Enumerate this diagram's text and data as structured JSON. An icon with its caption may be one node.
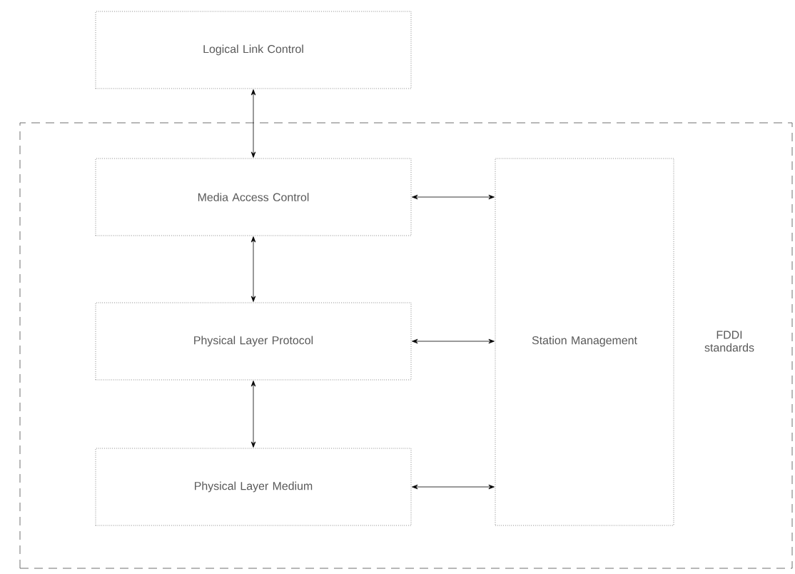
{
  "diagram": {
    "nodes": [
      {
        "text": [
          "Logical Link Control"
        ]
      },
      {
        "text": [
          "FDDI standards"
        ]
      },
      {
        "text": [
          "Media Access Control"
        ],
        "in": 1
      },
      {
        "text": [
          "Physical Layer Protocol"
        ],
        "in": 1
      },
      {
        "text": [
          "Physical Layer Medium"
        ],
        "in": 1
      },
      {
        "text": [
          "Station Management"
        ],
        "in": 1
      }
    ],
    "edges": [
      {
        "from": 0,
        "to": 2,
        "arrow": "both"
      },
      {
        "from": 2,
        "to": 3,
        "arrow": "both"
      },
      {
        "from": 3,
        "to": 4,
        "arrow": "both"
      },
      {
        "from": 2,
        "to": 5,
        "arrow": "both"
      },
      {
        "from": 3,
        "to": 5,
        "arrow": "both"
      },
      {
        "from": 4,
        "to": 5,
        "arrow": "both"
      }
    ]
  }
}
